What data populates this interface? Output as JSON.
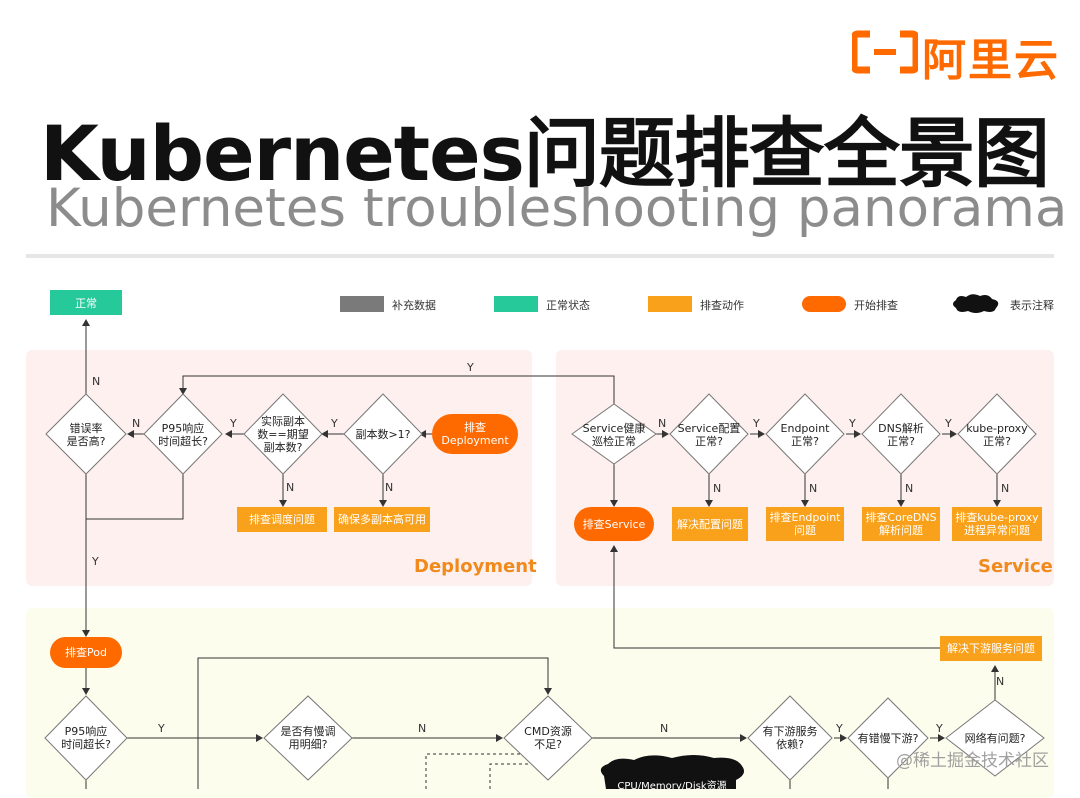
{
  "header": {
    "brand": "阿里云",
    "title": "Kubernetes问题排查全景图",
    "subtitle": "Kubernetes troubleshooting panorama"
  },
  "legend": [
    {
      "label": "补充数据",
      "color": "#7a7a7a"
    },
    {
      "label": "正常状态",
      "color": "#26c99a"
    },
    {
      "label": "排查动作",
      "color": "#f9a11b"
    },
    {
      "label": "开始排查",
      "color": "#ff6a00"
    },
    {
      "label": "表示注释",
      "color": "#111111"
    }
  ],
  "status_normal": "正常",
  "deployment": {
    "section_label": "Deployment",
    "start": "排查\nDeployment",
    "d_replicas": "副本数>1?",
    "d_actual": "实际副本\n数==期望\n副本数?",
    "d_p95": "P95响应\n时间超长?",
    "d_error": "错误率\n是否高?",
    "a_multi": "确保多副本高可用",
    "a_sched": "排查调度问题"
  },
  "service": {
    "section_label": "Service",
    "start": "排查Service",
    "d_health": "Service健康\n巡检正常",
    "d_config": "Service配置\n正常?",
    "d_endpoint": "Endpoint\n正常?",
    "d_dns": "DNS解析\n正常?",
    "d_proxy": "kube-proxy\n正常?",
    "a_config": "解决配置问题",
    "a_endpoint": "排查Endpoint\n问题",
    "a_coredns": "排查CoreDNS\n解析问题",
    "a_proxy": "排查kube-proxy\n进程异常问题"
  },
  "pod": {
    "start": "排查Pod",
    "d_p95": "P95响应\n时间超长?",
    "d_slow": "是否有慢调\n用明细?",
    "d_cmd": "CMD资源\n不足?",
    "d_down": "有下游服务\n依赖?",
    "d_errslow": "有错慢下游?",
    "d_network": "网络有问题?",
    "a_downstream": "解决下游服务问题",
    "note": "CPU/Memory/Disk资源"
  },
  "marks": {
    "y": "Y",
    "n": "N"
  },
  "watermark": "@稀土掘金技术社区"
}
